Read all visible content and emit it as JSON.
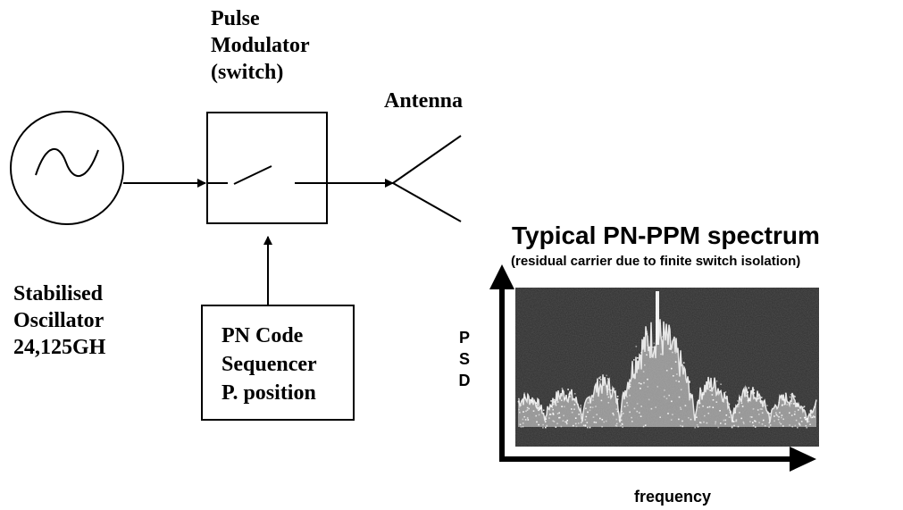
{
  "pulse_modulator": {
    "line1": "Pulse",
    "line2": "Modulator",
    "line3": "(switch)"
  },
  "antenna": {
    "label": "Antenna"
  },
  "oscillator": {
    "line1": "Stabilised",
    "line2": "Oscillator",
    "line3": "24,125GH"
  },
  "pn_code": {
    "line1": "PN Code",
    "line2": "Sequencer",
    "line3": "P. position"
  },
  "spectrum": {
    "title": "Typical PN-PPM spectrum",
    "subtitle": "(residual carrier due to finite switch isolation)",
    "ylabel": [
      "P",
      "S",
      "D"
    ],
    "xlabel": "frequency"
  },
  "colors": {
    "ink": "#000000",
    "screen": "#2e2e2e",
    "trace": "#e6e6e6"
  }
}
